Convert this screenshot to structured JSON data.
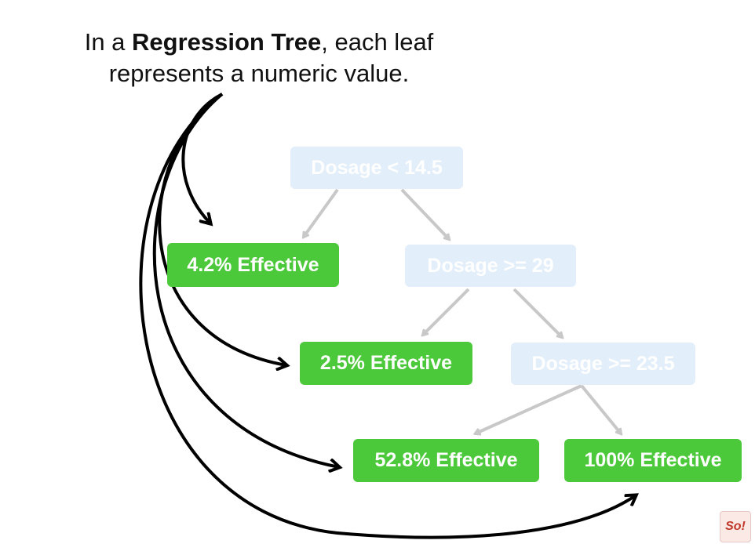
{
  "caption": {
    "line1_prefix": "In a ",
    "line1_bold": "Regression Tree",
    "line1_suffix": ", each leaf",
    "line2": "represents a numeric value."
  },
  "nodes": {
    "root": "Dosage < 14.5",
    "leaf_a": "4.2% Effective",
    "split_b": "Dosage >= 29",
    "leaf_c": "2.5% Effective",
    "split_d": "Dosage >= 23.5",
    "leaf_e": "52.8% Effective",
    "leaf_f": "100% Effective"
  },
  "logo": {
    "text": "So!"
  },
  "colors": {
    "leaf": "#4cc93a",
    "decision": "#e3eefb",
    "edge": "#c8c8c8",
    "annotation_arrow": "#000000"
  }
}
